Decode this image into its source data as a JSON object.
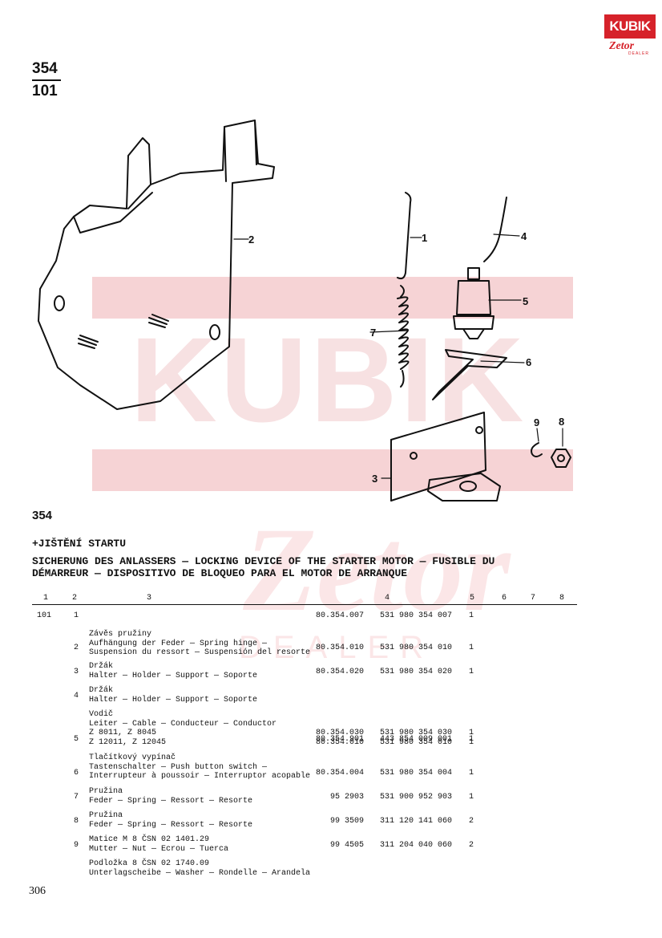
{
  "header": {
    "number_top": "354",
    "number_bottom": "101"
  },
  "logo": {
    "brand": "KUBIK",
    "sub": "Zetor",
    "tag": "DEALER"
  },
  "watermark": {
    "text_main": "KUBIK",
    "text_script": "Zetor",
    "text_tag": "DEALER",
    "color": "#f3c9cb"
  },
  "callouts": [
    "1",
    "2",
    "3",
    "4",
    "5",
    "6",
    "7",
    "8",
    "9"
  ],
  "section": {
    "number": "354",
    "title_cz": "+JIŠTĚNÍ STARTU",
    "title_line1": "SICHERUNG DES ANLASSERS — LOCKING DEVICE OF THE STARTER MOTOR — FUSIBLE DU",
    "title_line2": "DÉMARREUR — DISPOSITIVO DE BLOQUEO PARA EL MOTOR DE ARRANQUE"
  },
  "columns": [
    "1",
    "2",
    "3",
    "4",
    "5",
    "6",
    "7",
    "8"
  ],
  "rows": [
    {
      "group": "101",
      "pos": "1",
      "desc": [
        "Závěs pružiny",
        "Aufhängung der Feder — Spring hinge —",
        "Suspension du ressort — Suspensión del resorte"
      ],
      "refs": [
        "80.354.007"
      ],
      "cats": [
        "531 980 354 007"
      ],
      "qtys": [
        "1"
      ]
    },
    {
      "group": "",
      "pos": "2",
      "desc": [
        "Držák",
        "Halter — Holder — Support — Soporte"
      ],
      "refs": [
        "80.354.010"
      ],
      "cats": [
        "531 980 354 010"
      ],
      "qtys": [
        "1"
      ]
    },
    {
      "group": "",
      "pos": "3",
      "desc": [
        "Držák",
        "Halter — Holder — Support — Soporte"
      ],
      "refs": [
        "80.354.020"
      ],
      "cats": [
        "531 980 354 020"
      ],
      "qtys": [
        "1"
      ]
    },
    {
      "group": "",
      "pos": "4",
      "desc": [
        "Vodič",
        "Leiter — Cable — Conducteur — Conductor",
        "Z 8011, Z 8045",
        "Z 12011, Z 12045"
      ],
      "refs": [
        "",
        "",
        "80.354.030",
        "80.354.010"
      ],
      "cats": [
        "",
        "",
        "531 980 354 030",
        "531 980 354 010"
      ],
      "qtys": [
        "",
        "",
        "1",
        "1"
      ]
    },
    {
      "group": "",
      "pos": "5",
      "desc": [
        "Tlačítkový vypínač",
        "Tastenschalter — Push button switch —",
        "Interrupteur à poussoir — Interruptor acopable"
      ],
      "refs": [
        "80.354.901"
      ],
      "cats": [
        "443 854 009 001"
      ],
      "qtys": [
        "1"
      ]
    },
    {
      "group": "",
      "pos": "6",
      "desc": [
        "Pružina",
        "Feder — Spring — Ressort — Resorte"
      ],
      "refs": [
        "80.354.004"
      ],
      "cats": [
        "531 980 354 004"
      ],
      "qtys": [
        "1"
      ]
    },
    {
      "group": "",
      "pos": "7",
      "desc": [
        "Pružina",
        "Feder — Spring — Ressort — Resorte"
      ],
      "refs": [
        "95 2903"
      ],
      "cats": [
        "531 900 952 903"
      ],
      "qtys": [
        "1"
      ]
    },
    {
      "group": "",
      "pos": "8",
      "desc": [
        "Matice M 8 ČSN 02 1401.29",
        "Mutter — Nut — Ecrou — Tuerca"
      ],
      "refs": [
        "99 3509"
      ],
      "cats": [
        "311 120 141 060"
      ],
      "qtys": [
        "2"
      ]
    },
    {
      "group": "",
      "pos": "9",
      "desc": [
        "Podložka 8 ČSN 02 1740.09",
        "Unterlagscheibe — Washer — Rondelle — Arandela"
      ],
      "refs": [
        "99 4505"
      ],
      "cats": [
        "311 204 040 060"
      ],
      "qtys": [
        "2"
      ]
    }
  ],
  "page_number": "306"
}
